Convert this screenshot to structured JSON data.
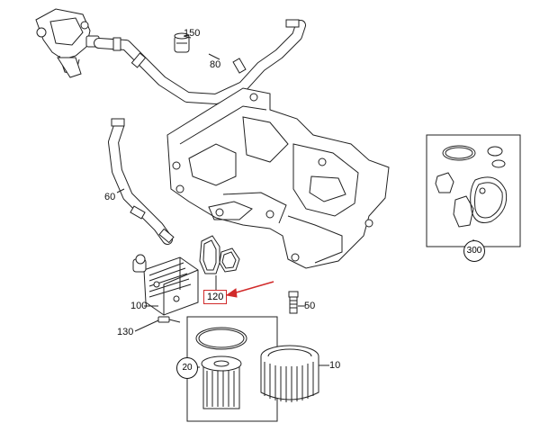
{
  "callouts": [
    {
      "id": "150",
      "text": "150"
    },
    {
      "id": "80",
      "text": "80"
    },
    {
      "id": "60",
      "text": "60"
    },
    {
      "id": "100",
      "text": "100"
    },
    {
      "id": "130",
      "text": "130"
    },
    {
      "id": "50",
      "text": "50"
    },
    {
      "id": "10",
      "text": "10"
    }
  ],
  "circled": [
    {
      "id": "20",
      "text": "20"
    },
    {
      "id": "300",
      "text": "300"
    }
  ],
  "highlighted": {
    "text": "120",
    "color": "#d12a2a"
  },
  "colors": {
    "line": "#222222",
    "highlight": "#d12a2a",
    "background": "#ffffff"
  }
}
